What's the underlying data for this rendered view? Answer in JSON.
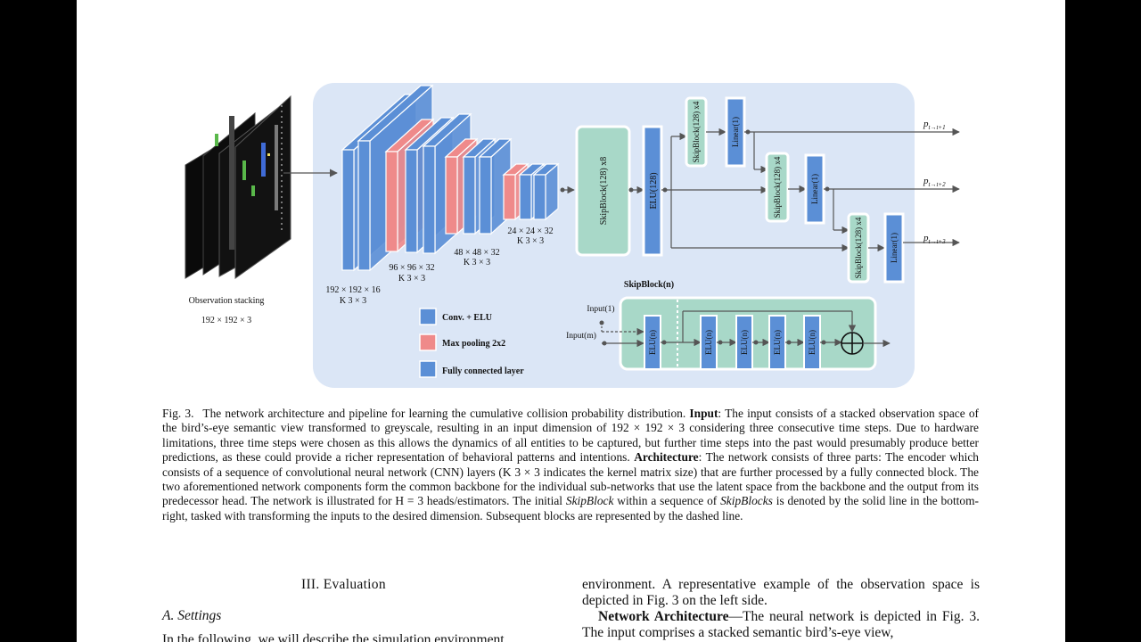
{
  "figure": {
    "observation": {
      "label": "Observation stacking",
      "dim": "192 × 192 × 3"
    },
    "encoder_labels": [
      {
        "dim": "192 × 192 × 16",
        "kernel": "K 3 × 3"
      },
      {
        "dim": "96 × 96 × 32",
        "kernel": "K 3 × 3"
      },
      {
        "dim": "48 × 48 × 32",
        "kernel": "K 3 × 3"
      },
      {
        "dim": "24 × 24 × 32",
        "kernel": "K 3 × 3"
      }
    ],
    "skip_main": "SkipBlock(128) x8",
    "elu_main": "ELU(128)",
    "heads": [
      {
        "skip": "SkipBlock(128) x4",
        "linear": "Linear(1)",
        "out": "p",
        "out_sub": "t→t+1"
      },
      {
        "skip": "SkipBlock(128) x4",
        "linear": "Linear(1)",
        "out": "p",
        "out_sub": "t→t+2"
      },
      {
        "skip": "SkipBlock(128) x4",
        "linear": "Linear(1)",
        "out": "p",
        "out_sub": "t→t+3"
      }
    ],
    "legend": [
      {
        "label": "Conv. + ELU",
        "color": "#5b8fd6"
      },
      {
        "label": "Max pooling 2x2",
        "color": "#ef8a8a"
      },
      {
        "label": "Fully connected layer",
        "color": "#5b8fd6"
      }
    ],
    "skipblock": {
      "title": "SkipBlock(n)",
      "input1": "Input(1)",
      "inputm": "Input(m)",
      "elu_units": [
        "ELU(n)",
        "ELU(n)",
        "ELU(n)",
        "ELU(n)",
        "ELU(n)"
      ]
    },
    "colors": {
      "panel": "#dbe6f6",
      "conv": "#5b8fd6",
      "pool": "#ef8a8a",
      "skip": "#a8d8c8"
    }
  },
  "caption": {
    "label": "Fig. 3.",
    "text_1": "The network architecture and pipeline for learning the cumulative collision probability distribution.",
    "input_head": "Input",
    "text_2": ": The input consists of a stacked observation space of the bird’s-eye semantic view transformed to greyscale, resulting in an input dimension of 192 × 192 × 3 considering three consecutive time steps. Due to hardware limitations, three time steps were chosen as this allows the dynamics of all entities to be captured, but further time steps into the past would presumably produce better predictions, as these could provide a richer representation of behavioral patterns and intentions.",
    "arch_head": "Architecture",
    "text_3": ": The network consists of three parts: The encoder which consists of a sequence of convolutional neural network (CNN) layers (K 3 × 3 indicates the kernel matrix size) that are further processed by a fully connected block. The two aforementioned network components form the common backbone for the individual sub-networks that use the latent space from the backbone and the output from its predecessor head. The network is illustrated for H = 3 heads/estimators. The initial",
    "skip_it": "SkipBlock",
    "text_4": "within a sequence of",
    "skips_it": "SkipBlocks",
    "text_5": "is denoted by the solid line in the bottom-right, tasked with transforming the inputs to the desired dimension. Subsequent blocks are represented by the dashed line."
  },
  "section": {
    "title": "III. Evaluation",
    "subsection": "A. Settings",
    "left_text": "In the following, we will describe the simulation environment"
  },
  "right_col": {
    "p1": "environment. A representative example of the observation space is depicted in Fig. 3 on the left side.",
    "p2_head": "Network Architecture",
    "p2_text": "—The neural network is depicted in Fig. 3. The input comprises a stacked semantic bird’s-eye view,"
  }
}
